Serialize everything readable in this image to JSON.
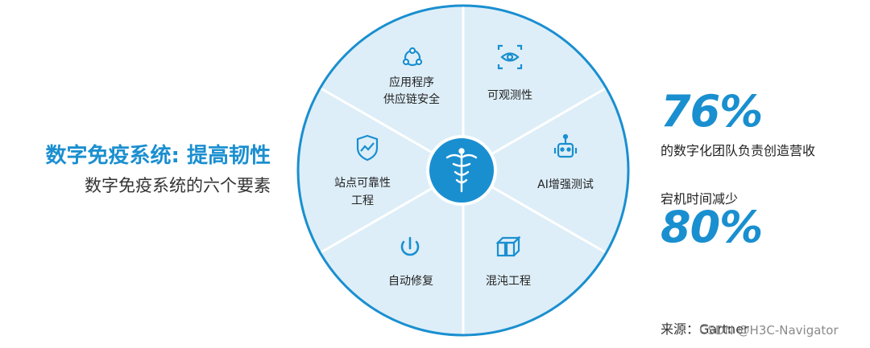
{
  "title": "数字免疫系统: 提高韧性",
  "subtitle": "数字免疫系统的六个要素",
  "segments": [
    {
      "lines": [
        "应用程序",
        "供应链安全"
      ],
      "icon": "network-icon"
    },
    {
      "lines": [
        "可观测性"
      ],
      "icon": "eye-scan-icon"
    },
    {
      "lines": [
        "AI增强测试"
      ],
      "icon": "robot-icon"
    },
    {
      "lines": [
        "混沌工程"
      ],
      "icon": "cubes-icon"
    },
    {
      "lines": [
        "自动修复"
      ],
      "icon": "power-icon"
    },
    {
      "lines": [
        "站点可靠性",
        "工程"
      ],
      "icon": "shield-icon"
    }
  ],
  "center_icon": "caduceus-icon",
  "stats": {
    "stat1_value": "76%",
    "stat1_label": "的数字化团队负责创造营收",
    "stat2_label": "宕机时间减少",
    "stat2_value": "80%"
  },
  "source": "来源：Gartner",
  "watermark": "CSDN @H3C-Navigator",
  "colors": {
    "accent": "#1a8fd0",
    "segment_fill": "#ddeef8",
    "segment_border": "#1a8fd0",
    "center_fill": "#1a8fd0"
  }
}
